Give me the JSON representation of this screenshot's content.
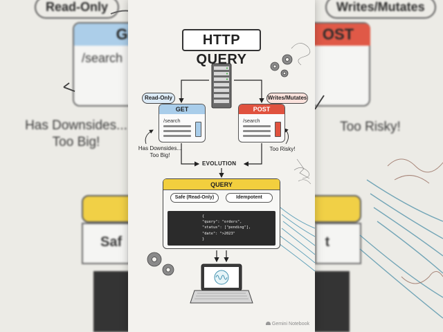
{
  "diagram": {
    "title": "HTTP QUERY",
    "get": {
      "method": "GET",
      "badge": "Read-Only",
      "path": "/search",
      "note_line1": "Has Downsides...",
      "note_line2": "Too Big!"
    },
    "post": {
      "method": "POST",
      "badge": "Writes/Mutates",
      "path": "/search",
      "note": "Too Risky!"
    },
    "evolution_label": "EVOLUTION",
    "query": {
      "header": "QUERY",
      "safe_label": "Safe (Read-Only)",
      "idempotent_label": "Idempotent",
      "code_lines": [
        "{",
        "\"query\": \"orders\",",
        "\"status\": [\"pending\"],",
        "\"date\": \">2023\"",
        "}"
      ]
    }
  },
  "background": {
    "left_bubble": "Read-Only",
    "right_bubble": "Writes/Mutates",
    "get_fragment": "GE",
    "post_fragment": "OST",
    "path_fragment": "/search",
    "left_note_line1": "Has Downsides...",
    "left_note_line2": "Too Big!",
    "right_note": "Too Risky!",
    "safe_fragment": "Saf",
    "right_fragment": "t"
  },
  "watermark": "Gemini Notebook",
  "colors": {
    "get": "#a9cdea",
    "post": "#e0523f",
    "query": "#f2cf3e",
    "code_bg": "#2b2b2b",
    "panel": "#f3f2ee"
  },
  "icons": [
    "server-icon",
    "gear-icon",
    "laptop-icon",
    "waveform-icon"
  ]
}
